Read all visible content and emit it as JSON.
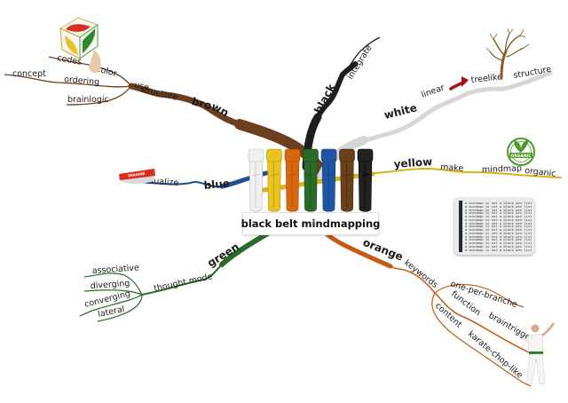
{
  "title": "black belt mindmapping",
  "colors": {
    "brown": "#6b3f1f",
    "black": "#1e1e1e",
    "white": "#d6d6d6",
    "yellow": "#d8b418",
    "blue": "#1d4f93",
    "green": "#2a6a2a",
    "orange": "#c55a10"
  },
  "branches": {
    "brown": {
      "label": "brown",
      "children": {
        "structure": "structure",
        "use": "use",
        "color": "color",
        "codes": "codes",
        "ordering": "ordering",
        "concept": "concept",
        "brainlogic": "brainlogic"
      },
      "image": "color-cube-icon"
    },
    "black": {
      "label": "black",
      "children": {
        "integrate": "integrate"
      }
    },
    "white": {
      "label": "white",
      "children": {
        "linear": "linear",
        "treelike": "treelike",
        "structure": "structure"
      },
      "images": [
        "red-arrow-icon",
        "tree-icon"
      ]
    },
    "yellow": {
      "label": "yellow",
      "children": {
        "make": "make",
        "mindmap": "mindmap",
        "organic": "organic"
      },
      "image": "organic-badge-icon",
      "badge_text": "ORGANIC"
    },
    "blue": {
      "label": "blue",
      "children": {
        "visualize": "visualize"
      },
      "image": "imagine-button-icon",
      "badge_text": "IMAGINE"
    },
    "green": {
      "label": "green",
      "children": {
        "thought_mode": "thought mode",
        "associative": "associative",
        "diverging": "diverging",
        "converging": "converging",
        "lateral": "lateral"
      }
    },
    "orange": {
      "label": "orange",
      "children": {
        "keywords": "keywords",
        "one_per_branche": "one-per-branche",
        "function": "function",
        "braintriggers": "braintriggers",
        "content": "content",
        "karate_chop_like": "karate-chop-like"
      },
      "image": "karate-man-icon"
    }
  },
  "notebook": {
    "line_text": "a mindmap is not a black pen list",
    "line_count": 15
  },
  "belts": [
    "white",
    "yellow",
    "orange",
    "green",
    "blue",
    "brown",
    "black"
  ]
}
